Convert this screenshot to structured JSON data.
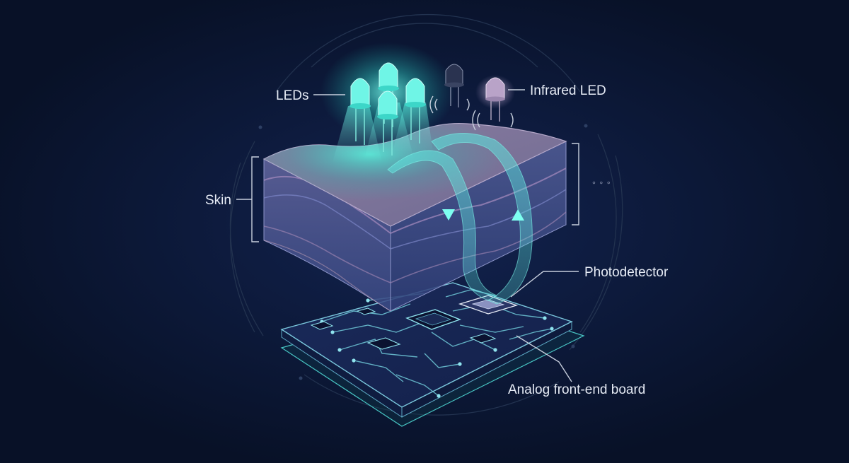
{
  "labels": {
    "leds": "LEDs",
    "infrared_led": "Infrared LED",
    "skin": "Skin",
    "photodetector": "Photodetector",
    "board": "Analog front-end board",
    "ellipsis": "∘ ∘ ∘"
  },
  "colors": {
    "background": "#081127",
    "led_glow": "#3ef0dc",
    "infrared_glow": "#c9b0d6",
    "skin_top": "#8a7a9e",
    "skin_side": "#44528a",
    "board": "#16244f",
    "trace": "#6fc9d8",
    "light_path": "#5fe6df"
  }
}
